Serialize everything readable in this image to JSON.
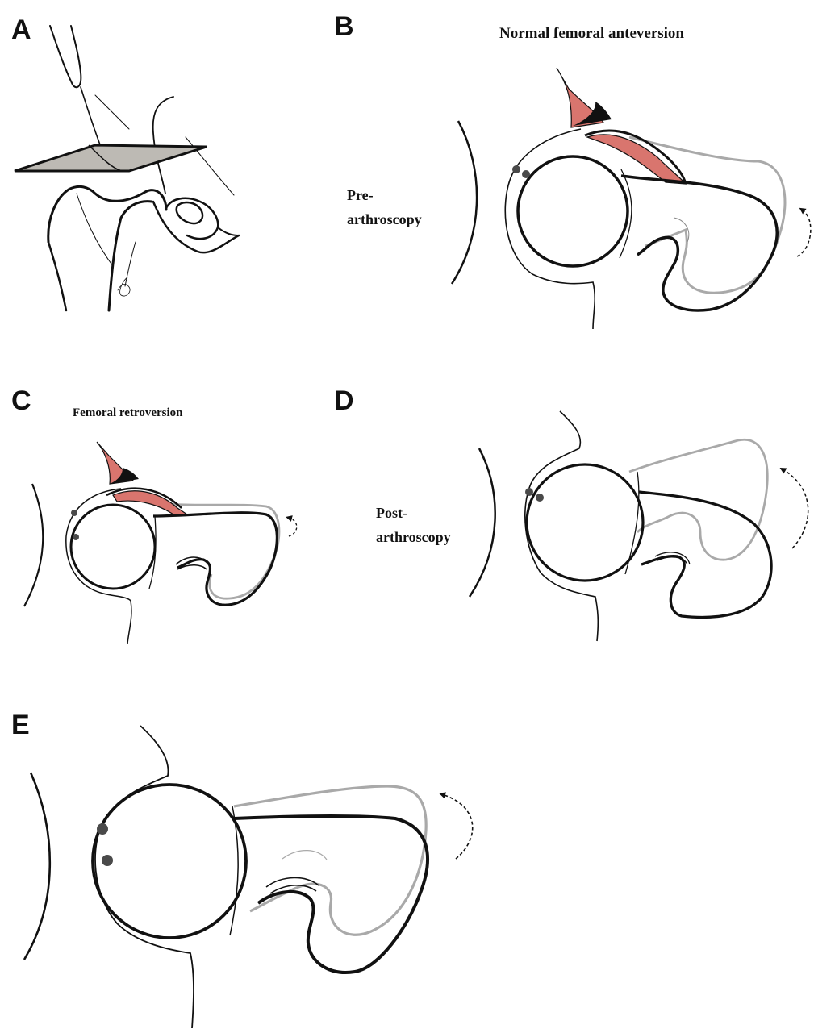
{
  "panels": {
    "a": {
      "letter": "A"
    },
    "b": {
      "letter": "B",
      "title": "Normal femoral anteversion",
      "label_line1": "Pre-",
      "label_line2": "arthroscopy"
    },
    "c": {
      "letter": "C",
      "title": "Femoral retroversion"
    },
    "d": {
      "letter": "D",
      "label_line1": "Post-",
      "label_line2": "arthroscopy"
    },
    "e": {
      "letter": "E"
    }
  },
  "colors": {
    "outline": "#111111",
    "ghost_outline": "#a9a9a9",
    "labrum": "#d9756e",
    "plane": "#bdbab4",
    "anchor_dot": "#4a4a4a"
  },
  "icons": [
    "hip-plane-illustration",
    "femoral-head-outline",
    "labrum-wedge",
    "rotation-arrow",
    "anchor-dot"
  ]
}
